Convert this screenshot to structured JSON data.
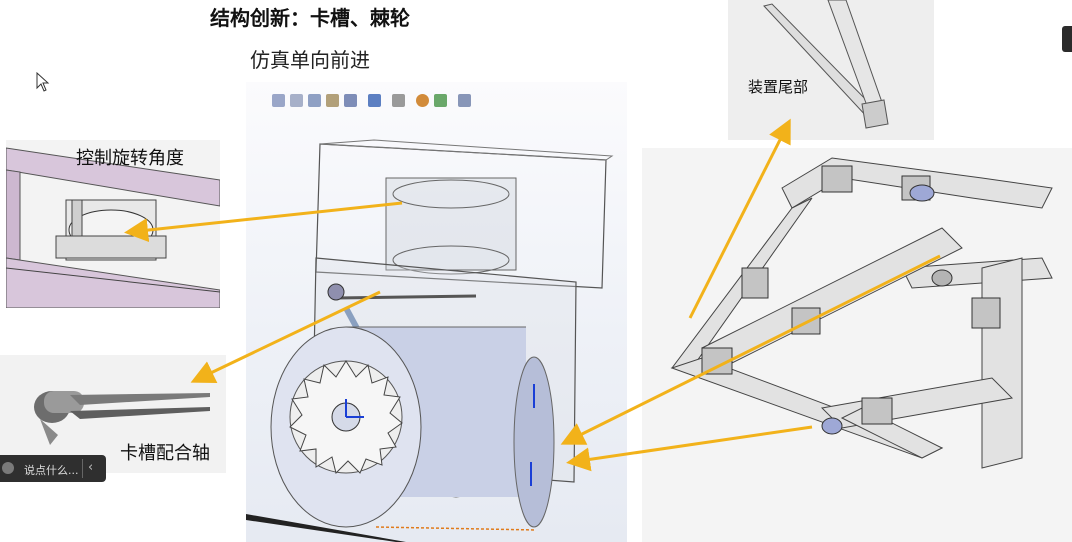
{
  "slide": {
    "title": "结构创新：卡槽、棘轮",
    "subtitle": "仿真单向前进"
  },
  "labels": {
    "rotation_angle": "控制旋转角度",
    "slot_shaft": "卡槽配合轴",
    "tail": "装置尾部"
  },
  "chat": {
    "placeholder": "说点什么..."
  },
  "colors": {
    "arrow": "#f2b21a",
    "cad_background": "#eef1f7",
    "ratchet_drum": "#c9d0e6",
    "frame_panel": "#d8c6db"
  },
  "icons": {
    "cursor": "mouse-pointer-icon",
    "chat_avatar": "user-avatar-icon",
    "chat_toggle": "chevron-left-icon"
  }
}
